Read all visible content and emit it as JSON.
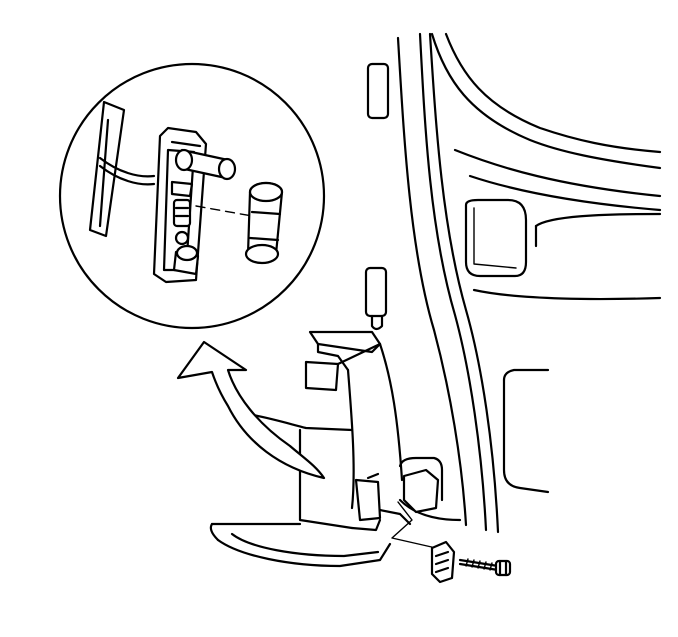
{
  "figure": {
    "background_color": "#ffffff",
    "line_color": "#000000",
    "components": [
      "vehicle-rear-body-panel",
      "tail-lamp-housing",
      "license-lamp-detail-callout",
      "lamp-socket",
      "bulb",
      "pointer-arrow",
      "retaining-screw",
      "mounting-clip"
    ]
  }
}
